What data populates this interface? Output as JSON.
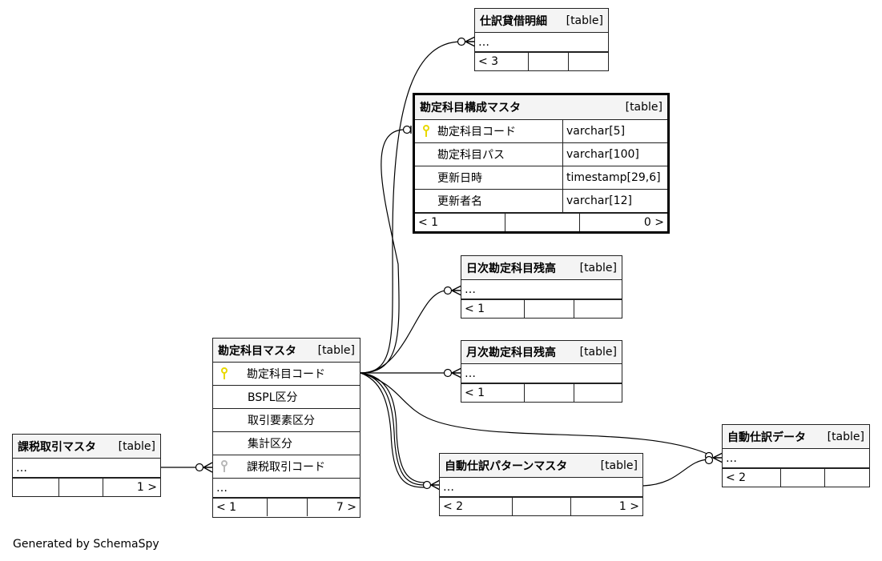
{
  "footer_text": "Generated by SchemaSpy",
  "colors": {
    "pk_key": "#e8d800",
    "fk_key": "#b8b8b8",
    "header_bg": "#f4f4f4",
    "line": "#000000"
  },
  "tables": {
    "shiwake": {
      "name": "仕訳貸借明細",
      "type": "[table]",
      "rows": [
        "…"
      ],
      "footer": [
        "< 3",
        "",
        ""
      ]
    },
    "kousei": {
      "name": "勘定科目構成マスタ",
      "type": "[table]",
      "columns": [
        {
          "name": "勘定科目コード",
          "type": "varchar[5]",
          "icon": "primary-key-icon"
        },
        {
          "name": "勘定科目パス",
          "type": "varchar[100]"
        },
        {
          "name": "更新日時",
          "type": "timestamp[29,6]"
        },
        {
          "name": "更新者名",
          "type": "varchar[12]"
        }
      ],
      "footer": [
        "< 1",
        "",
        "0 >"
      ]
    },
    "nichiji": {
      "name": "日次勘定科目残高",
      "type": "[table]",
      "rows": [
        "…"
      ],
      "footer": [
        "< 1",
        "",
        ""
      ]
    },
    "getsuji": {
      "name": "月次勘定科目残高",
      "type": "[table]",
      "rows": [
        "…"
      ],
      "footer": [
        "< 1",
        "",
        ""
      ]
    },
    "kamoku": {
      "name": "勘定科目マスタ",
      "type": "[table]",
      "columns": [
        {
          "name": "勘定科目コード",
          "icon": "primary-key-icon"
        },
        {
          "name": "BSPL区分"
        },
        {
          "name": "取引要素区分"
        },
        {
          "name": "集計区分"
        },
        {
          "name": "課税取引コード",
          "icon": "foreign-key-icon"
        }
      ],
      "more": "…",
      "footer": [
        "< 1",
        "",
        "7 >"
      ]
    },
    "kazei": {
      "name": "課税取引マスタ",
      "type": "[table]",
      "rows": [
        "…"
      ],
      "footer": [
        "",
        "",
        "1 >"
      ]
    },
    "pattern": {
      "name": "自動仕訳パターンマスタ",
      "type": "[table]",
      "rows": [
        "…"
      ],
      "footer": [
        "< 2",
        "",
        "1 >"
      ]
    },
    "jidou": {
      "name": "自動仕訳データ",
      "type": "[table]",
      "rows": [
        "…"
      ],
      "footer": [
        "< 2",
        "",
        ""
      ]
    }
  },
  "relationships": [
    {
      "from": "勘定科目マスタ",
      "to": "仕訳貸借明細",
      "cardinality": "zero-or-many"
    },
    {
      "from": "勘定科目マスタ",
      "to": "勘定科目構成マスタ",
      "cardinality": "zero-or-one"
    },
    {
      "from": "勘定科目マスタ",
      "to": "日次勘定科目残高",
      "cardinality": "zero-or-many"
    },
    {
      "from": "勘定科目マスタ",
      "to": "月次勘定科目残高",
      "cardinality": "zero-or-many"
    },
    {
      "from": "勘定科目マスタ",
      "to": "自動仕訳パターンマスタ",
      "cardinality": "zero-or-many"
    },
    {
      "from": "勘定科目マスタ",
      "to": "自動仕訳データ",
      "cardinality": "zero-or-many"
    },
    {
      "from": "自動仕訳パターンマスタ",
      "to": "自動仕訳データ",
      "cardinality": "zero-or-many"
    },
    {
      "from": "課税取引マスタ",
      "to": "勘定科目マスタ",
      "cardinality": "zero-or-many"
    }
  ]
}
